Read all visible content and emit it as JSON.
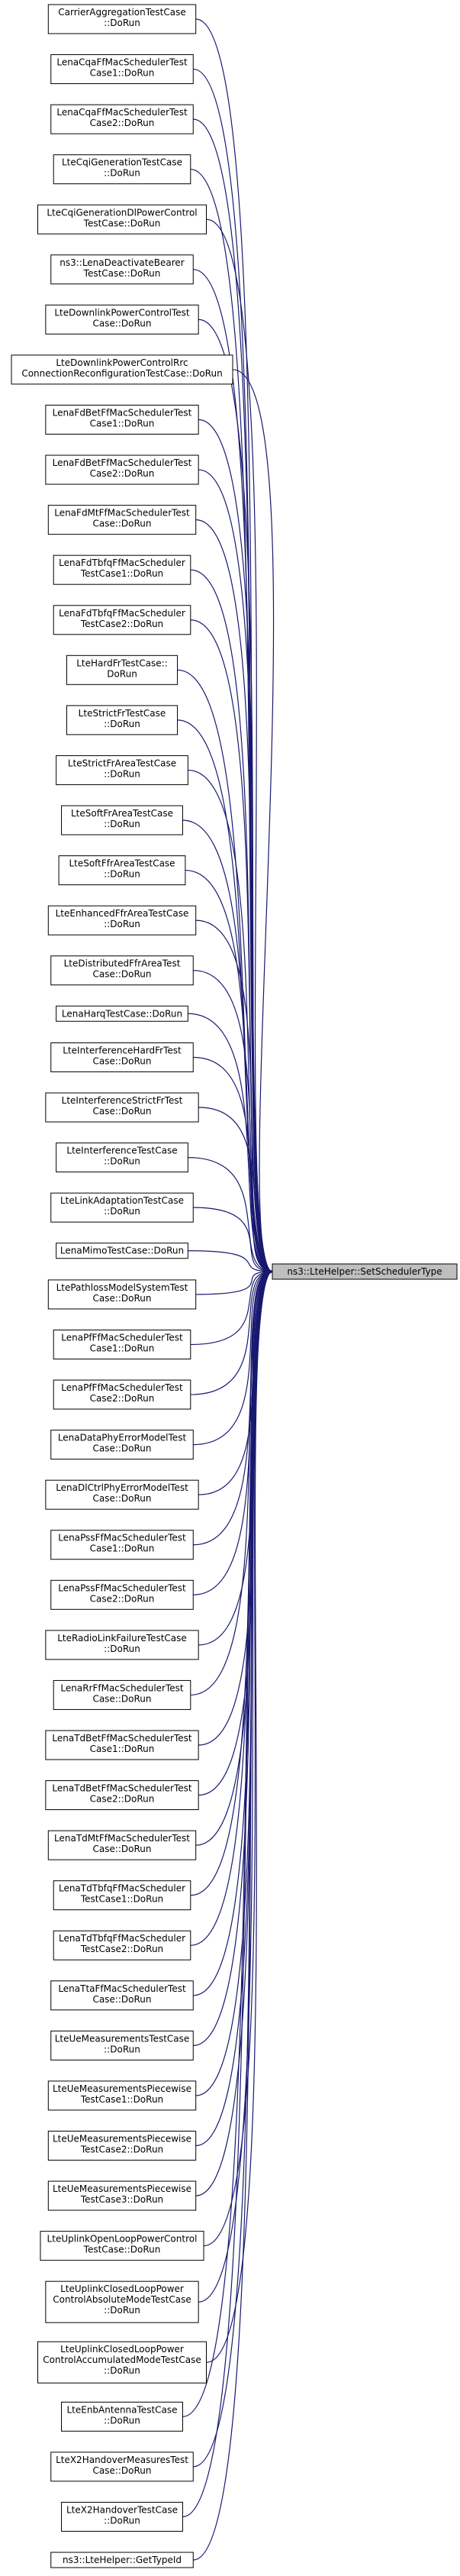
{
  "graph": {
    "target": "ns3::LteHelper::SetSchedulerType",
    "callers": [
      [
        "CarrierAggregationTestCase",
        "::DoRun"
      ],
      [
        "LenaCqaFfMacSchedulerTest",
        "Case1::DoRun"
      ],
      [
        "LenaCqaFfMacSchedulerTest",
        "Case2::DoRun"
      ],
      [
        "LteCqiGenerationTestCase",
        "::DoRun"
      ],
      [
        "LteCqiGenerationDlPowerControl",
        "TestCase::DoRun"
      ],
      [
        "ns3::LenaDeactivateBearer",
        "TestCase::DoRun"
      ],
      [
        "LteDownlinkPowerControlTest",
        "Case::DoRun"
      ],
      [
        "LteDownlinkPowerControlRrc",
        "ConnectionReconfigurationTestCase::DoRun"
      ],
      [
        "LenaFdBetFfMacSchedulerTest",
        "Case1::DoRun"
      ],
      [
        "LenaFdBetFfMacSchedulerTest",
        "Case2::DoRun"
      ],
      [
        "LenaFdMtFfMacSchedulerTest",
        "Case::DoRun"
      ],
      [
        "LenaFdTbfqFfMacScheduler",
        "TestCase1::DoRun"
      ],
      [
        "LenaFdTbfqFfMacScheduler",
        "TestCase2::DoRun"
      ],
      [
        "LteHardFrTestCase::",
        "DoRun"
      ],
      [
        "LteStrictFrTestCase",
        "::DoRun"
      ],
      [
        "LteStrictFrAreaTestCase",
        "::DoRun"
      ],
      [
        "LteSoftFrAreaTestCase",
        "::DoRun"
      ],
      [
        "LteSoftFfrAreaTestCase",
        "::DoRun"
      ],
      [
        "LteEnhancedFfrAreaTestCase",
        "::DoRun"
      ],
      [
        "LteDistributedFfrAreaTest",
        "Case::DoRun"
      ],
      [
        "LenaHarqTestCase::DoRun"
      ],
      [
        "LteInterferenceHardFrTest",
        "Case::DoRun"
      ],
      [
        "LteInterferenceStrictFrTest",
        "Case::DoRun"
      ],
      [
        "LteInterferenceTestCase",
        "::DoRun"
      ],
      [
        "LteLinkAdaptationTestCase",
        "::DoRun"
      ],
      [
        "LenaMimoTestCase::DoRun"
      ],
      [
        "LtePathlossModelSystemTest",
        "Case::DoRun"
      ],
      [
        "LenaPfFfMacSchedulerTest",
        "Case1::DoRun"
      ],
      [
        "LenaPfFfMacSchedulerTest",
        "Case2::DoRun"
      ],
      [
        "LenaDataPhyErrorModelTest",
        "Case::DoRun"
      ],
      [
        "LenaDlCtrlPhyErrorModelTest",
        "Case::DoRun"
      ],
      [
        "LenaPssFfMacSchedulerTest",
        "Case1::DoRun"
      ],
      [
        "LenaPssFfMacSchedulerTest",
        "Case2::DoRun"
      ],
      [
        "LteRadioLinkFailureTestCase",
        "::DoRun"
      ],
      [
        "LenaRrFfMacSchedulerTest",
        "Case::DoRun"
      ],
      [
        "LenaTdBetFfMacSchedulerTest",
        "Case1::DoRun"
      ],
      [
        "LenaTdBetFfMacSchedulerTest",
        "Case2::DoRun"
      ],
      [
        "LenaTdMtFfMacSchedulerTest",
        "Case::DoRun"
      ],
      [
        "LenaTdTbfqFfMacScheduler",
        "TestCase1::DoRun"
      ],
      [
        "LenaTdTbfqFfMacScheduler",
        "TestCase2::DoRun"
      ],
      [
        "LenaTtaFfMacSchedulerTest",
        "Case::DoRun"
      ],
      [
        "LteUeMeasurementsTestCase",
        "::DoRun"
      ],
      [
        "LteUeMeasurementsPiecewise",
        "TestCase1::DoRun"
      ],
      [
        "LteUeMeasurementsPiecewise",
        "TestCase2::DoRun"
      ],
      [
        "LteUeMeasurementsPiecewise",
        "TestCase3::DoRun"
      ],
      [
        "LteUplinkOpenLoopPowerControl",
        "TestCase::DoRun"
      ],
      [
        "LteUplinkClosedLoopPower",
        "ControlAbsoluteModeTestCase",
        "::DoRun"
      ],
      [
        "LteUplinkClosedLoopPower",
        "ControlAccumulatedModeTestCase",
        "::DoRun"
      ],
      [
        "LteEnbAntennaTestCase",
        "::DoRun"
      ],
      [
        "LteX2HandoverMeasuresTest",
        "Case::DoRun"
      ],
      [
        "LteX2HandoverTestCase",
        "::DoRun"
      ],
      [
        "ns3::LteHelper::GetTypeId"
      ]
    ]
  }
}
